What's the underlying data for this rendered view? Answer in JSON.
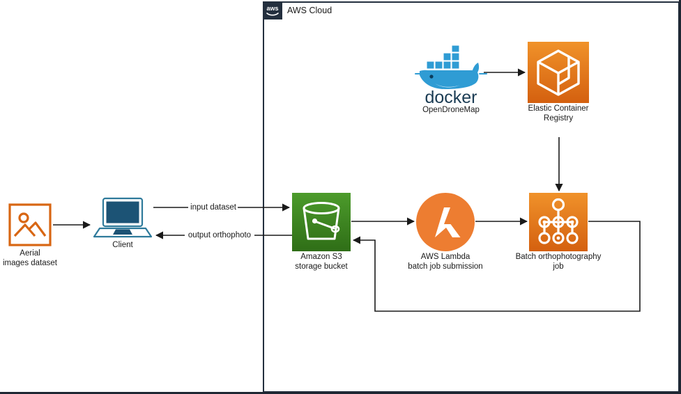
{
  "cloud": {
    "label": "AWS Cloud",
    "logo_icon": "aws-logo-icon",
    "border_color": "#232f3e",
    "badge_color": "#232f3e"
  },
  "nodes": [
    {
      "id": "aerial-images-dataset",
      "icon": "image-dataset-icon",
      "caption_lines": [
        "Aerial",
        "images dataset"
      ],
      "color": "#d86613"
    },
    {
      "id": "client",
      "icon": "laptop-icon",
      "caption_lines": [
        "Client"
      ],
      "color": "#205b7c"
    },
    {
      "id": "amazon-s3-storage-bucket",
      "icon": "s3-bucket-icon",
      "caption_lines": [
        "Amazon S3",
        "storage bucket"
      ],
      "color": "#3f8624"
    },
    {
      "id": "aws-lambda-batch-job-submission",
      "icon": "lambda-icon",
      "caption_lines": [
        "AWS Lambda",
        "batch job submission"
      ],
      "color": "#ed7d31"
    },
    {
      "id": "batch-orthophotography-job",
      "icon": "aws-batch-icon",
      "caption_lines": [
        "Batch orthophotography",
        "job"
      ],
      "color": "#ed8b1f"
    },
    {
      "id": "opendronemap",
      "icon": "docker-whale-icon",
      "wordmark": "docker",
      "caption_lines": [
        "OpenDroneMap"
      ],
      "color": "#1e88c7"
    },
    {
      "id": "elastic-container-registry",
      "icon": "ecr-cube-icon",
      "caption_lines": [
        "Elastic Container",
        "Registry"
      ],
      "color": "#ed8b1f"
    }
  ],
  "edges": [
    {
      "id": "aerial-to-client",
      "label": ""
    },
    {
      "id": "client-to-s3",
      "label": "input dataset"
    },
    {
      "id": "s3-to-client",
      "label": "output orthophoto"
    },
    {
      "id": "s3-to-lambda",
      "label": ""
    },
    {
      "id": "lambda-to-batch",
      "label": ""
    },
    {
      "id": "docker-to-ecr",
      "label": ""
    },
    {
      "id": "ecr-to-batch",
      "label": ""
    },
    {
      "id": "batch-to-s3-feedback",
      "label": ""
    }
  ]
}
